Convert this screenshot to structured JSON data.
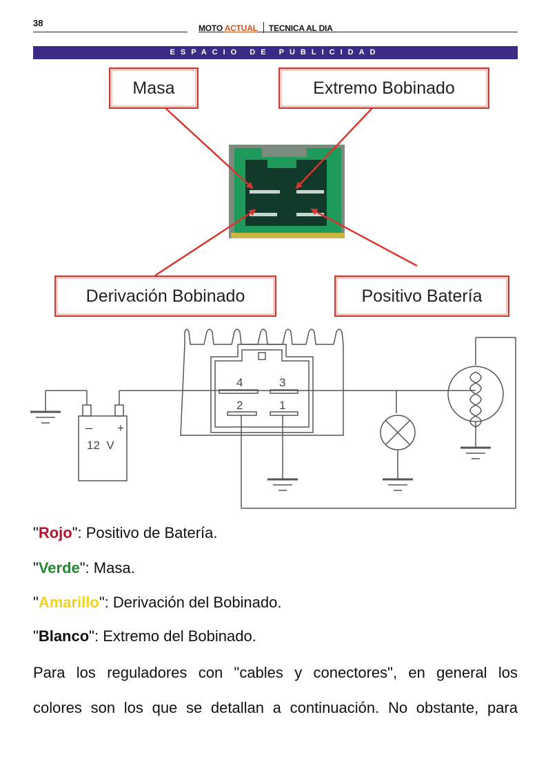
{
  "header": {
    "page_number": "38",
    "brand_moto": "MOTO",
    "brand_actual": "ACTUAL",
    "section": "TECNICA AL DIA"
  },
  "ad_banner": "ESPACIO DE PUBLICIDAD",
  "connector_labels": {
    "masa": "Masa",
    "extremo": "Extremo Bobinado",
    "derivacion": "Derivación Bobinado",
    "positivo": "Positivo Batería"
  },
  "circuit": {
    "battery_voltage": "12  V",
    "battery_minus": "–",
    "battery_plus": "+",
    "pins": [
      "4",
      "3",
      "2",
      "1"
    ]
  },
  "wires": [
    {
      "open": "\"",
      "color_name": "Rojo",
      "close": "\": ",
      "desc": "Positivo de Batería."
    },
    {
      "open": "\"",
      "color_name": "Verde",
      "close": "\": ",
      "desc": "Masa."
    },
    {
      "open": "\"",
      "color_name": "Amarillo",
      "close": "\": ",
      "desc": "Derivación del Bobinado."
    },
    {
      "open": "\"",
      "color_name": "Blanco",
      "close": "\": ",
      "desc": "Extremo del Bobinado."
    }
  ],
  "paragraph": {
    "line1": "Para los reguladores con \"cables y conectores\", en general los",
    "line2": "colores son los que se detallan a continuación. No obstante, para"
  },
  "colors": {
    "banner": "#3b2a86",
    "actual": "#d4501a",
    "label_border": "#c43a30",
    "rojo": "#b5122c",
    "verde": "#1f8a2e",
    "amarillo": "#f2d21a",
    "connector_green": "#1e9a5a"
  }
}
